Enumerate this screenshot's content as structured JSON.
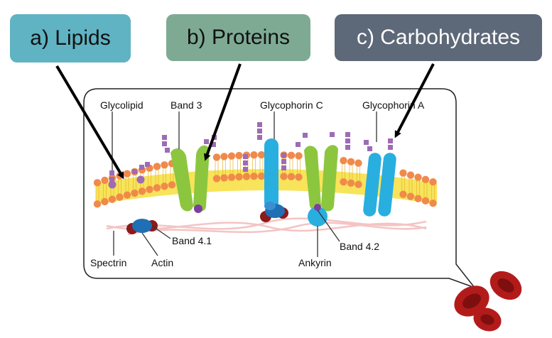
{
  "callouts": {
    "lipids": "a) Lipids",
    "proteins": "b) Proteins",
    "carbohydrates": "c) Carbohydrates"
  },
  "labels": {
    "glycolipid": "Glycolipid",
    "band3": "Band 3",
    "glycophorin_c": "Glycophorin C",
    "glycophorin_a": "Glycophorin A",
    "band41": "Band 4.1",
    "band42": "Band 4.2",
    "spectrin": "Spectrin",
    "actin": "Actin",
    "ankyrin": "Ankyrin"
  },
  "colors": {
    "lipid_head": "#f08a4b",
    "lipid_tail": "#f7e45a",
    "band3": "#8cc63f",
    "glycophorin": "#29aee0",
    "sugar": "#9e6bb5",
    "spectrin": "#f4c4c4",
    "actin": "#8b1a1a",
    "band41": "#1f6fb5",
    "rbc": "#b31b1b"
  }
}
